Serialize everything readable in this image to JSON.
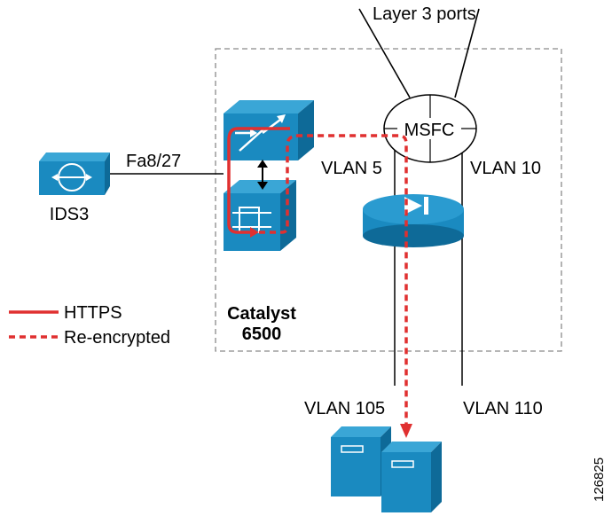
{
  "labels": {
    "layer3": "Layer 3 ports",
    "msfc": "MSFC",
    "fa_port": "Fa8/27",
    "ids": "IDS3",
    "vlan5": "VLAN 5",
    "vlan10": "VLAN 10",
    "vlan105": "VLAN 105",
    "vlan110": "VLAN 110",
    "catalyst_line1": "Catalyst",
    "catalyst_line2": "6500",
    "figure_id": "126825"
  },
  "legend": {
    "solid_label": "HTTPS",
    "dashed_label": "Re-encrypted"
  },
  "colors": {
    "device_blue": "#1a8ac0",
    "device_top": "#3aa6d6",
    "device_dark": "#0e6a98",
    "traffic_red": "#e03030",
    "boundary_gray": "#8a8a8a"
  },
  "icons": {
    "ids": "ids-sensor-icon",
    "switch": "catalyst-switch-icon",
    "router": "msfc-router-icon",
    "csm": "content-switch-module-icon",
    "servers": "server-pair-icon"
  }
}
